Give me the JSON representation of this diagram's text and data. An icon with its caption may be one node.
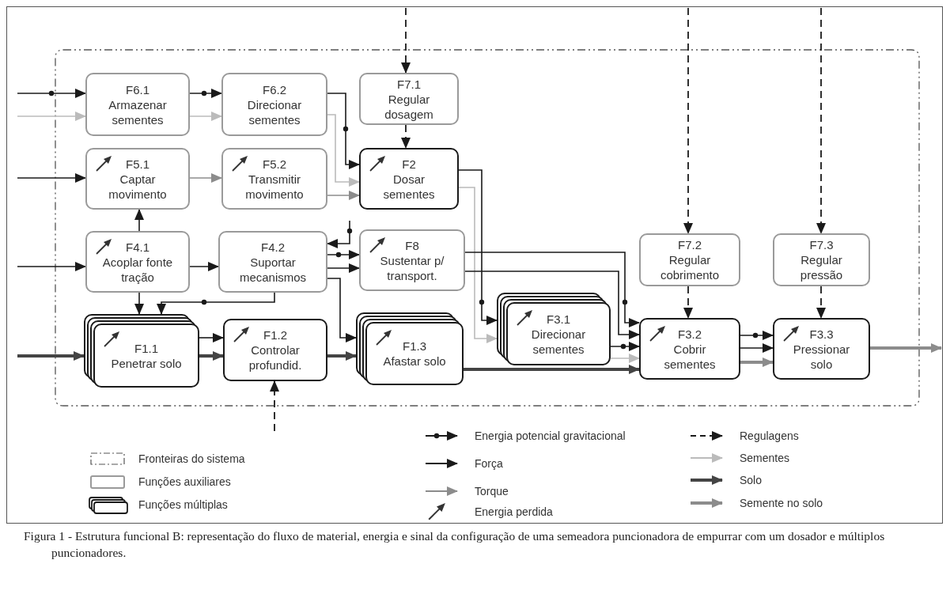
{
  "diagram": {
    "caption": "Figura 1 - Estrutura funcional B: representação do fluxo de material, energia e sinal da configuração de uma semeadora puncionadora de empurrar com um dosador e múltiplos puncionadores.",
    "nodes": [
      {
        "text": [
          "F6.1",
          "Armazenar sementes"
        ]
      },
      {
        "text": [
          "F6.2",
          "Direcionar sementes"
        ]
      },
      {
        "text": [
          "F7.1",
          "Regular dosagem"
        ]
      },
      {
        "text": [
          "F5.1",
          "Captar movimento"
        ]
      },
      {
        "text": [
          "F5.2",
          "Transmitir movimento"
        ]
      },
      {
        "text": [
          "F2",
          "Dosar sementes"
        ]
      },
      {
        "text": [
          "F4.1",
          "Acoplar fonte tração"
        ]
      },
      {
        "text": [
          "F4.2",
          "Suportar mecanismos"
        ]
      },
      {
        "text": [
          "F8",
          "Sustentar p/ transport."
        ]
      },
      {
        "text": [
          "F7.2",
          "Regular cobrimento"
        ]
      },
      {
        "text": [
          "F7.3",
          "Regular pressão"
        ]
      },
      {
        "text": [
          "F1.1",
          "Penetrar solo"
        ]
      },
      {
        "text": [
          "F1.2",
          "Controlar profundid."
        ]
      },
      {
        "text": [
          "F1.3",
          "Afastar solo"
        ]
      },
      {
        "text": [
          "F3.1",
          "Direcionar sementes"
        ]
      },
      {
        "text": [
          "F3.2",
          "Cobrir sementes"
        ]
      },
      {
        "text": [
          "F3.3",
          "Pressionar solo"
        ]
      }
    ],
    "edges": [
      {
        "from": null,
        "to": 0,
        "arrow": "to"
      },
      {
        "from": null,
        "to": 0,
        "arrow": "to",
        "color": "#bbbbbb"
      },
      {
        "from": 0,
        "to": 1,
        "arrow": "to"
      },
      {
        "from": 0,
        "to": 1,
        "arrow": "to",
        "color": "#bbbbbb"
      },
      {
        "from": 1,
        "to": 5,
        "arrow": "to"
      },
      {
        "from": 1,
        "to": 5,
        "arrow": "to",
        "color": "#bbbbbb"
      },
      {
        "from": null,
        "to": 3,
        "arrow": "to"
      },
      {
        "from": 3,
        "to": 4,
        "arrow": "to",
        "color": "#8c8c8c"
      },
      {
        "from": 4,
        "to": 5,
        "arrow": "to",
        "color": "#8c8c8c"
      },
      {
        "from": null,
        "to": 2,
        "arrow": "to",
        "style": "dashed"
      },
      {
        "from": 2,
        "to": 5,
        "arrow": "to",
        "style": "dashed"
      },
      {
        "from": 5,
        "to": 14,
        "arrow": "to"
      },
      {
        "from": 5,
        "to": 14,
        "arrow": "to",
        "color": "#bbbbbb"
      },
      {
        "from": null,
        "to": 6,
        "arrow": "to"
      },
      {
        "from": 6,
        "to": 3,
        "arrow": "to"
      },
      {
        "from": 6,
        "to": 7,
        "arrow": "to"
      },
      {
        "from": 6,
        "to": 11,
        "arrow": "to"
      },
      {
        "from": 7,
        "to": 11,
        "arrow": "to"
      },
      {
        "from": null,
        "to": 7,
        "arrow": "to"
      },
      {
        "from": 7,
        "to": 8,
        "arrow": "to"
      },
      {
        "from": 7,
        "to": 8,
        "arrow": "to"
      },
      {
        "from": 7,
        "to": 13,
        "arrow": "to"
      },
      {
        "from": 8,
        "to": 15,
        "arrow": "to"
      },
      {
        "from": 8,
        "to": 15,
        "arrow": "to"
      },
      {
        "from": 11,
        "to": 12,
        "arrow": "to"
      },
      {
        "from": 11,
        "to": 12,
        "arrow": "to",
        "style": "thick",
        "color": "#444444"
      },
      {
        "from": null,
        "to": 11,
        "arrow": "to",
        "style": "thick",
        "color": "#444444"
      },
      {
        "from": 12,
        "to": 13,
        "arrow": "to",
        "style": "thick",
        "color": "#444444"
      },
      {
        "from": null,
        "to": 12,
        "arrow": "to",
        "style": "dashed"
      },
      {
        "from": 13,
        "to": 15,
        "arrow": "to",
        "style": "thick",
        "color": "#444444"
      },
      {
        "from": 14,
        "to": 15,
        "arrow": "to"
      },
      {
        "from": 14,
        "to": 15,
        "arrow": "to",
        "color": "#bbbbbb"
      },
      {
        "from": null,
        "to": 9,
        "arrow": "to",
        "style": "dashed"
      },
      {
        "from": 9,
        "to": 15,
        "arrow": "to",
        "style": "dashed"
      },
      {
        "from": null,
        "to": 10,
        "arrow": "to",
        "style": "dashed"
      },
      {
        "from": 10,
        "to": 16,
        "arrow": "to",
        "style": "dashed"
      },
      {
        "from": 15,
        "to": 16,
        "arrow": "to"
      },
      {
        "from": 15,
        "to": 16,
        "arrow": "to"
      },
      {
        "from": 15,
        "to": 16,
        "arrow": "to",
        "style": "thick",
        "color": "#8c8c8c"
      },
      {
        "from": 16,
        "to": null,
        "arrow": "to",
        "style": "thick",
        "color": "#8c8c8c"
      }
    ],
    "legend": [
      {
        "text": "Fronteiras do sistema"
      },
      {
        "text": "Funções  auxiliares"
      },
      {
        "text": "Funções  múltiplas"
      },
      {
        "text": "Energia potencial gravitacional"
      },
      {
        "text": "Força"
      },
      {
        "text": "Torque"
      },
      {
        "text": "Energia perdida"
      },
      {
        "text": "Regulagens"
      },
      {
        "text": "Sementes"
      },
      {
        "text": "Solo"
      },
      {
        "text": "Semente no solo"
      }
    ]
  }
}
